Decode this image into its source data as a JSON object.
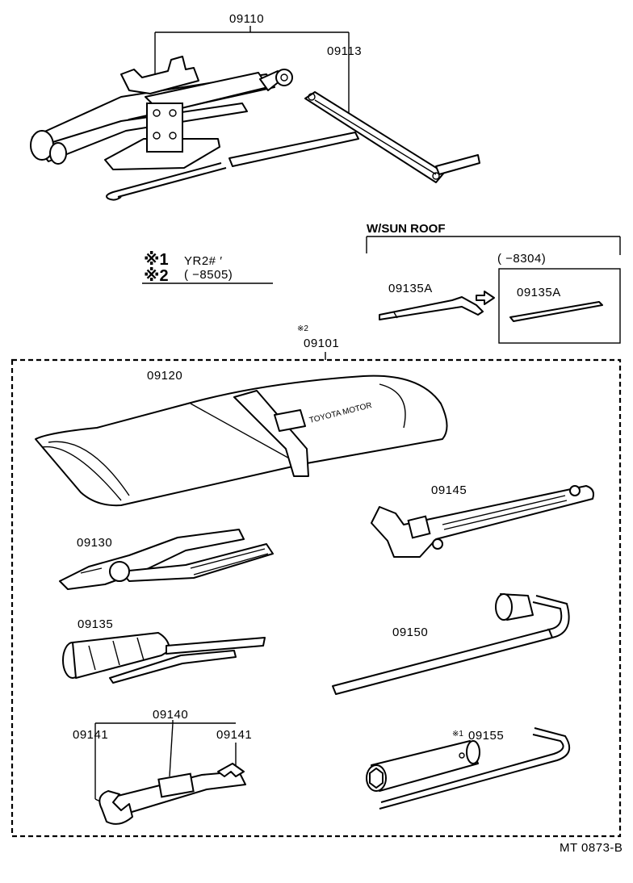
{
  "callouts": {
    "jack": "09110",
    "jack_handle": "09113",
    "sunroof_group": "W/SUN ROOF",
    "sunroof_range": "(        −8304)",
    "sunroof_part_a": "09135A",
    "sunroof_part_b": "09135A",
    "kit": "09101",
    "kit_note_mark": "※2",
    "tool_bag": "09120",
    "wrench_adjustable": "09145",
    "pliers": "09130",
    "screwdriver": "09135",
    "jack_crank": "09150",
    "spanner_set": "09140",
    "spanner_left": "09141",
    "spanner_right": "09141",
    "plug_wrench_mark": "※1",
    "plug_wrench": "09155",
    "doc_code": "MT 0873-B"
  },
  "notes": [
    {
      "mark": "※1",
      "text": "YR2#  ′"
    },
    {
      "mark": "※2",
      "text": "(        −8505)"
    }
  ],
  "bag_print": "TOYOTA MOTOR"
}
